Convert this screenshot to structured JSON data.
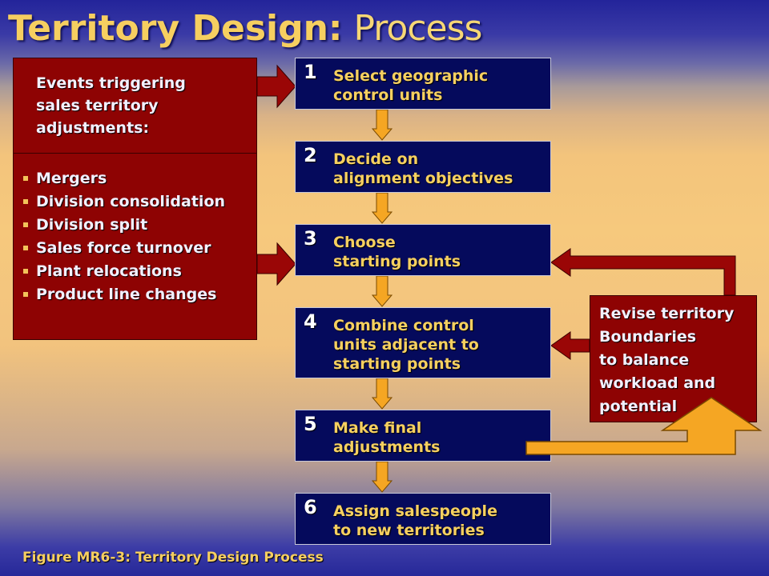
{
  "title": {
    "bold": "Territory Design:",
    "rest": "Process"
  },
  "events": {
    "heading": "Events triggering sales territory adjustments:",
    "items": [
      "Mergers",
      "Division consolidation",
      "Division split",
      "Sales force turnover",
      "Plant relocations",
      "Product line changes"
    ]
  },
  "steps": [
    {
      "num": "1",
      "lines": [
        "Select geographic",
        "control units"
      ]
    },
    {
      "num": "2",
      "lines": [
        "Decide on",
        "alignment objectives"
      ]
    },
    {
      "num": "3",
      "lines": [
        "Choose",
        "starting points"
      ]
    },
    {
      "num": "4",
      "lines": [
        "Combine control",
        "units adjacent to",
        "starting points"
      ]
    },
    {
      "num": "5",
      "lines": [
        "Make final",
        "adjustments"
      ]
    },
    {
      "num": "6",
      "lines": [
        "Assign salespeople",
        "to new territories"
      ]
    }
  ],
  "revise": {
    "lines": [
      "Revise territory",
      "Boundaries",
      "to balance",
      "workload and",
      "potential"
    ]
  },
  "caption": "Figure MR6-3: Territory Design Process",
  "colors": {
    "step_fill": "#050a5c",
    "step_text": "#f6d060",
    "red_box": "#8e0303",
    "orange_arrow": "#f5a623",
    "dark_red_arrow": "#8b0000"
  }
}
